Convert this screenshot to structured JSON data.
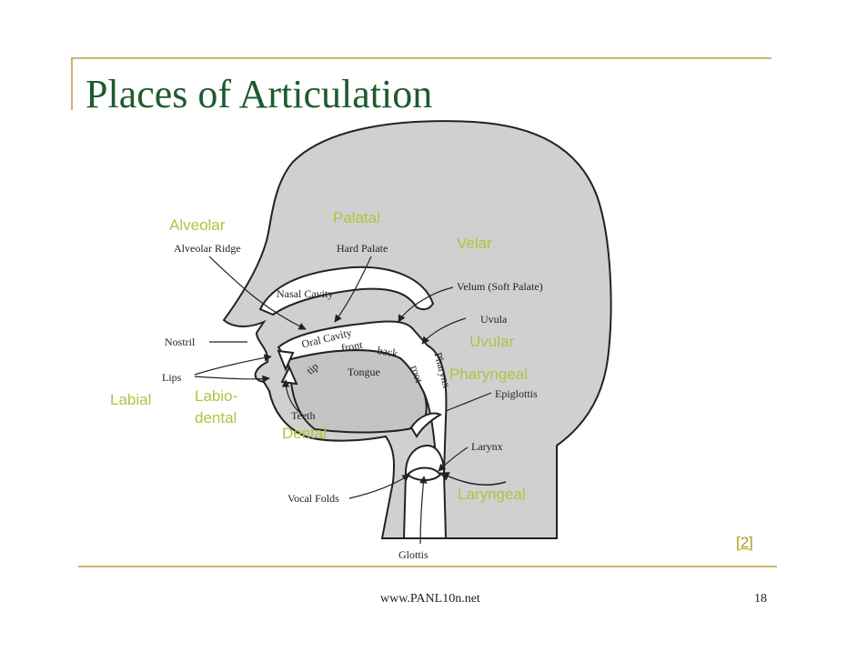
{
  "slide": {
    "title": "Places of Articulation",
    "footer_url": "www.PANL10n.net",
    "page_number": "18",
    "reference": "[2]"
  },
  "colors": {
    "title": "#1f5a2e",
    "rule": "#c8b772",
    "place_label": "#b1c340",
    "reference": "#b39a1e",
    "head_fill": "#d0d0d0",
    "outline": "#222222"
  },
  "places": {
    "alveolar": "Alveolar",
    "palatal": "Palatal",
    "velar": "Velar",
    "uvular": "Uvular",
    "pharyngeal": "Pharyngeal",
    "labial": "Labial",
    "labiodental_1": "Labio-",
    "labiodental_2": "dental",
    "dental": "Dental",
    "laryngeal": "Laryngeal"
  },
  "anatomy": {
    "alveolar_ridge": "Alveolar Ridge",
    "hard_palate": "Hard Palate",
    "nasal_cavity": "Nasal Cavity",
    "velum": "Velum (Soft Palate)",
    "uvula": "Uvula",
    "nostril": "Nostril",
    "oral_cavity": "Oral Cavity",
    "front": "front",
    "back": "back",
    "tip": "tip",
    "tongue": "Tongue",
    "root": "root",
    "pharynx": "Pharynx",
    "lips": "Lips",
    "epiglottis": "Epiglottis",
    "teeth": "Teeth",
    "larynx": "Larynx",
    "vocal_folds": "Vocal Folds",
    "glottis": "Glottis"
  }
}
